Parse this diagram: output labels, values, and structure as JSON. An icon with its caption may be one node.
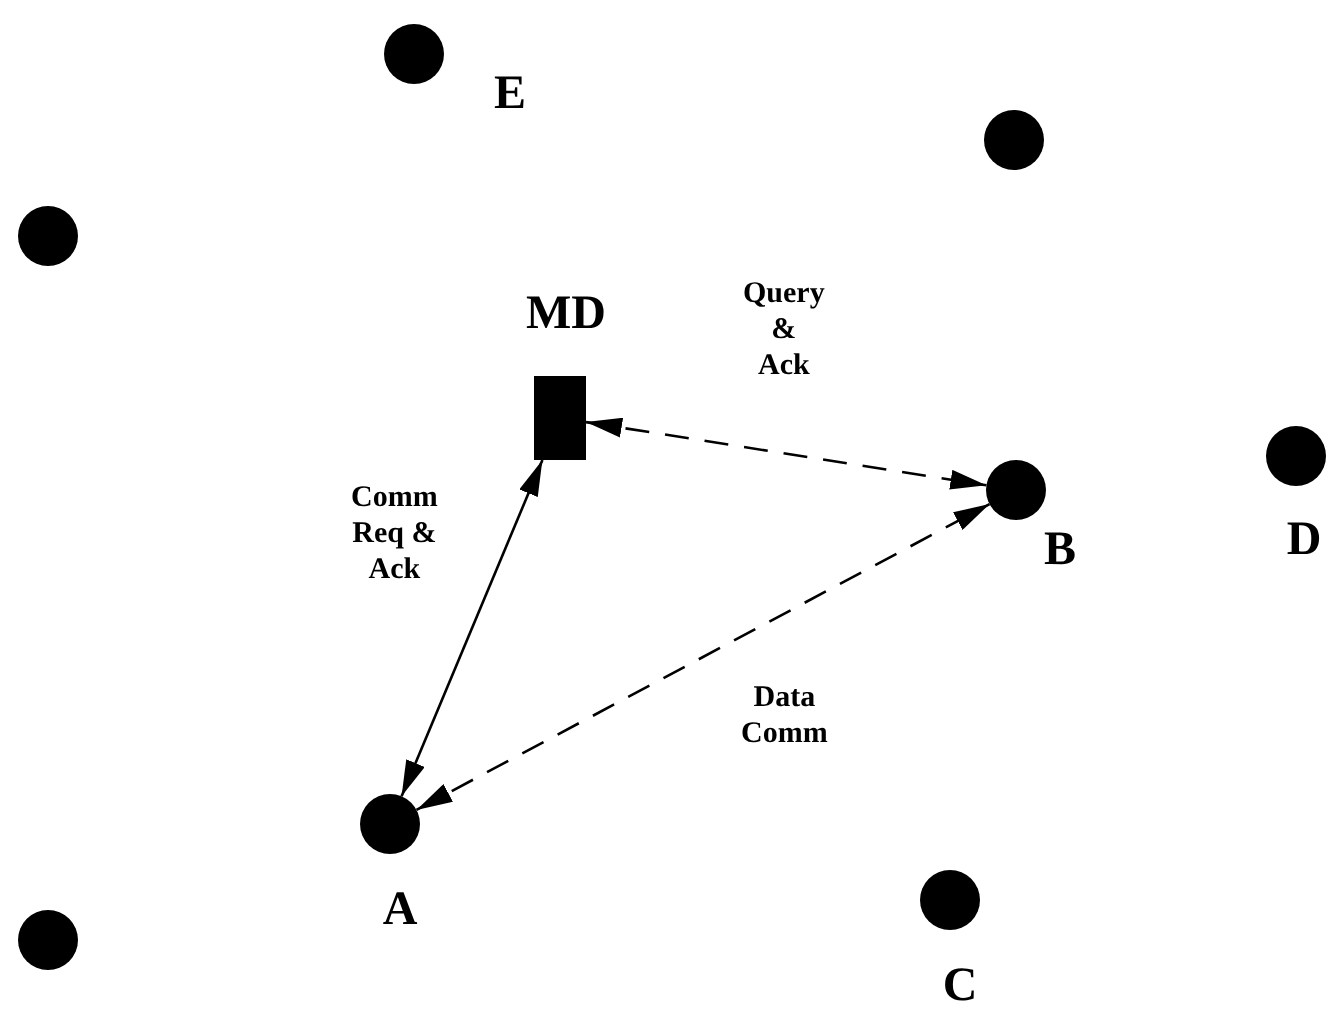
{
  "diagram": {
    "nodes": [
      {
        "text": [
          "E"
        ]
      },
      {
        "text": [],
        "shape": "circle"
      },
      {
        "text": [],
        "shape": "circle"
      },
      {
        "text": [
          "MD"
        ]
      },
      {
        "text": [
          "D"
        ]
      },
      {
        "text": [
          "B"
        ]
      },
      {
        "text": [
          "A"
        ]
      },
      {
        "text": [
          "C"
        ]
      },
      {
        "text": [],
        "shape": "circle"
      }
    ],
    "edges": [
      {
        "from": 3,
        "to": 5,
        "arrow": "both",
        "style": "dashed",
        "label": "Query & Ack"
      },
      {
        "from": 3,
        "to": 6,
        "arrow": "both",
        "label": "Comm Req & Ack"
      },
      {
        "from": 6,
        "to": 5,
        "arrow": "both",
        "style": "dashed",
        "label": "Data Comm"
      }
    ]
  }
}
